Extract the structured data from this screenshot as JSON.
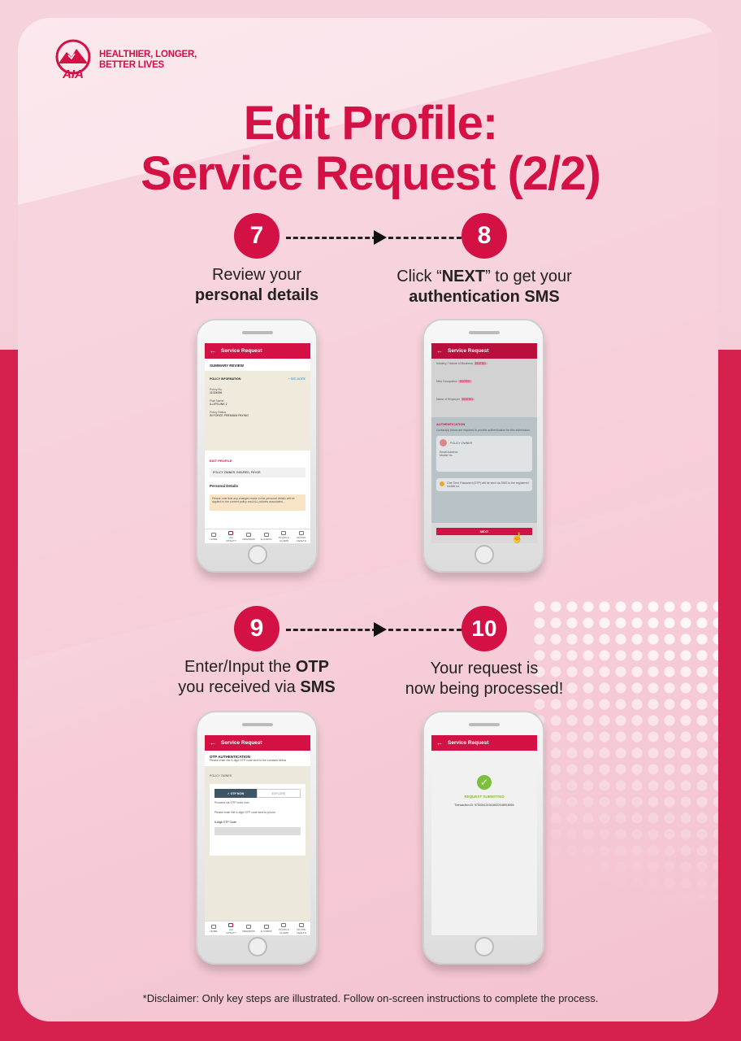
{
  "brand": {
    "logo_text": "AIA",
    "tagline_line1": "HEALTHIER, LONGER,",
    "tagline_line2": "BETTER LIVES",
    "accent_color": "#d31145"
  },
  "title": {
    "line1": "Edit Profile:",
    "line2": "Service Request (2/2)"
  },
  "steps": [
    {
      "number": "7",
      "text_line1": "Review your",
      "text_line2_bold": "personal details",
      "screen": {
        "appbar": "Service Request",
        "heading": "SUMMARY REVIEW",
        "policy_info": "POLICY INFORMATION",
        "see_more": "+ SEE MORE",
        "policy_no_label": "Policy No.",
        "policy_no_value": "11024006",
        "plan_name_label": "Plan Name",
        "plan_name_value": "A-LIFELINK 2",
        "policy_status_label": "Policy Status",
        "policy_status_value": "IN FORCE PREMIUM PAYING",
        "edit_profile": "EDIT PROFILE",
        "edit_profile_value": "POLICY OWNER, INSURED, PAYOR",
        "personal_details": "Personal Details",
        "notice": "Please note that any changes made in the personal details will be applied to the current policy and ALL policies associated..."
      }
    },
    {
      "number": "8",
      "text_line1_pre": "Click “",
      "text_line1_bold": "NEXT",
      "text_line1_post": "” to get your",
      "text_line2_bold": "authentication SMS",
      "screen": {
        "appbar": "Service Request",
        "field1": "Industry / Nature of Business",
        "field2": "New Occupation",
        "field3": "Name of Employer",
        "edited": "EDITED",
        "auth_title": "AUTHENTICATION",
        "auth_desc": "Contact(s) below are required to provide authentication for this submission",
        "role": "POLICY OWNER",
        "email_label": "Email Address",
        "mobile_label": "Mobile No.",
        "otp_note": "One Time Password (OTP) will be sent via SMS to the registered mobile no.",
        "next": "NEXT"
      }
    },
    {
      "number": "9",
      "text_line1_pre": "Enter/Input the ",
      "text_line1_bold": "OTP",
      "text_line2_pre": "you received via ",
      "text_line2_bold": "SMS",
      "screen": {
        "appbar": "Service Request",
        "heading": "OTP AUTHENTICATION",
        "sub": "Please enter the 6-digit OTP code sent to the contacts below",
        "role": "POLICY OWNER",
        "tab_active": "OTP NOW",
        "tab_inactive": "EXPLORE",
        "note1": "Proceed via OTP code now",
        "note2": "Please enter the 6-digit OTP code sent to phone",
        "label": "6-digit OTP Code"
      }
    },
    {
      "number": "10",
      "text_line1": "Your request is",
      "text_line2": "now being processed!",
      "screen": {
        "appbar": "Service Request",
        "status": "REQUEST SUBMITTED",
        "transaction": "Transaction ID: 9730041219416522048918004"
      }
    }
  ],
  "bottom_nav": [
    "HOME",
    "AIA VITALITY",
    "REWARDS",
    "E-CARDS",
    "PLANS & CLAIMS",
    "DIGITAL HEALTH"
  ],
  "disclaimer": "*Disclaimer: Only key steps are illustrated. Follow on-screen instructions to complete the process."
}
